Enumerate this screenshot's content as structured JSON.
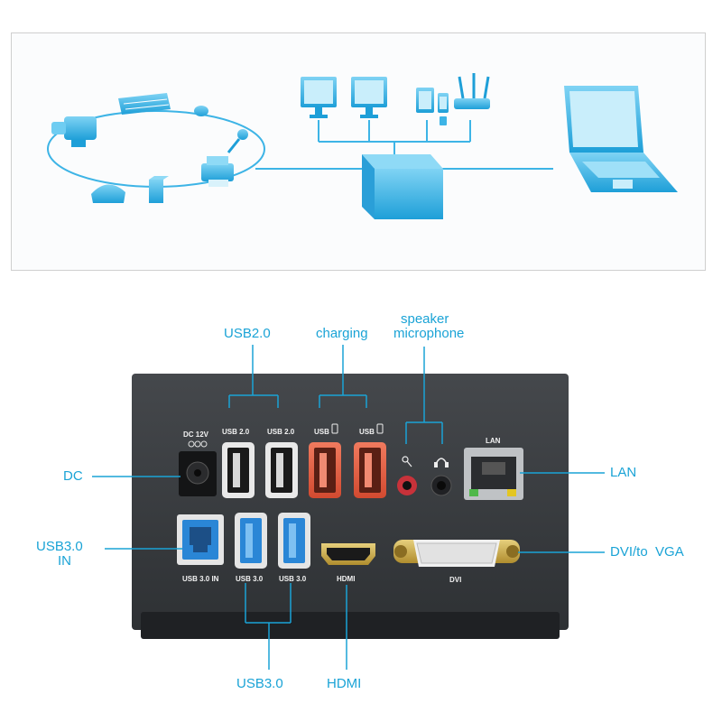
{
  "colors": {
    "accent": "#1aa3d6",
    "device_body": "#3b3e42",
    "usb2": "#e9e9e9",
    "charging": "#e25a40",
    "usb3": "#2a86d6",
    "gold": "#c9a94a"
  },
  "icons": [
    "camcorder-icon",
    "keyboard-icon",
    "mouse-icon",
    "microphone-icon",
    "speaker-icon",
    "printer-icon",
    "scanner-icon",
    "monitor-icon",
    "tablet-icon",
    "phone-icon",
    "router-icon",
    "docking-hub-icon",
    "laptop-icon"
  ],
  "callouts": {
    "usb20": "USB2.0",
    "charging": "charging",
    "speaker": "speaker",
    "microphone": "microphone",
    "dc": "DC",
    "lan": "LAN",
    "usb30_in_line1": "USB3.0",
    "usb30_in_line2": "IN",
    "dvi_vga": "DVI/to  VGA",
    "usb30": "USB3.0",
    "hdmi": "HDMI"
  },
  "port_labels": {
    "dc": "DC 12V",
    "usb2_a": "USB 2.0",
    "usb2_b": "USB 2.0",
    "usb_charge_a": "USB",
    "usb_charge_b": "USB",
    "lan": "LAN",
    "usb30_in": "USB 3.0 IN",
    "usb3_a": "USB 3.0",
    "usb3_b": "USB 3.0",
    "hdmi": "HDMI",
    "dvi": "DVI"
  }
}
